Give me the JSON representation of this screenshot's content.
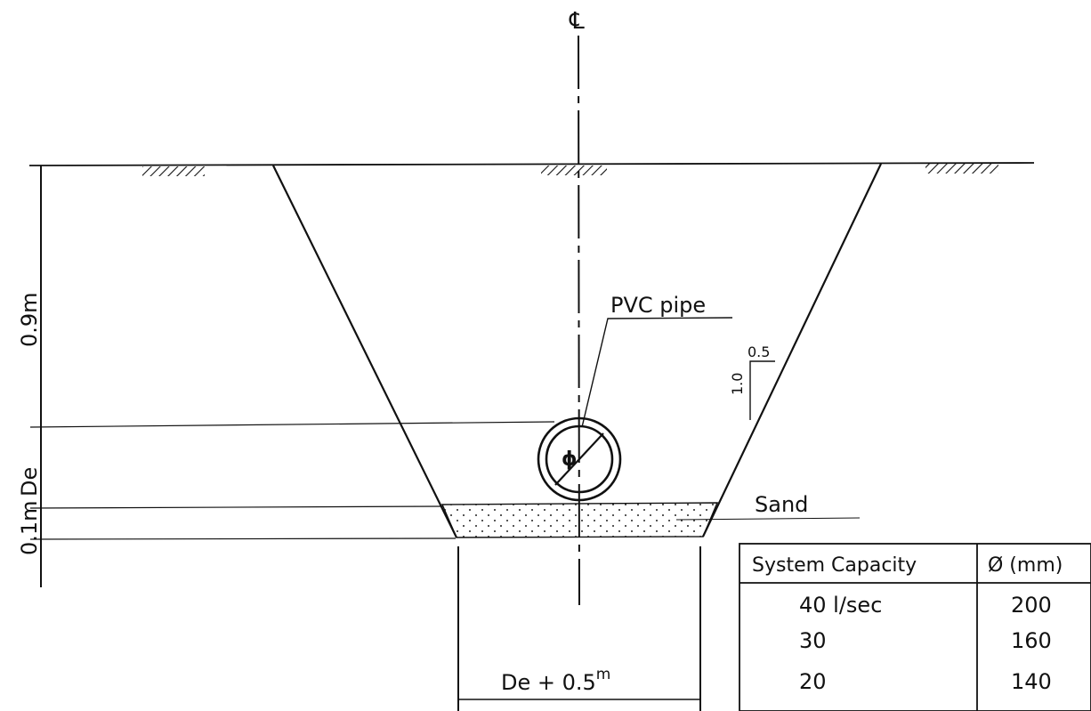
{
  "labels": {
    "centerline": "℄",
    "pipe": "PVC pipe",
    "sand": "Sand",
    "dim_upper": "0.9m",
    "dim_pipe": "De",
    "dim_bed": "0.1m",
    "bottom_width": "De + 0.5",
    "bottom_width_unit": "m",
    "pipe_symbol": "ϕ",
    "slope_horizontal": "0.5",
    "slope_vertical": "1.0"
  },
  "table": {
    "headers": [
      "System Capacity",
      "Ø (mm)"
    ],
    "rows": [
      [
        "40 l/sec",
        "200"
      ],
      [
        "30",
        "160"
      ],
      [
        "20",
        "140"
      ]
    ]
  }
}
